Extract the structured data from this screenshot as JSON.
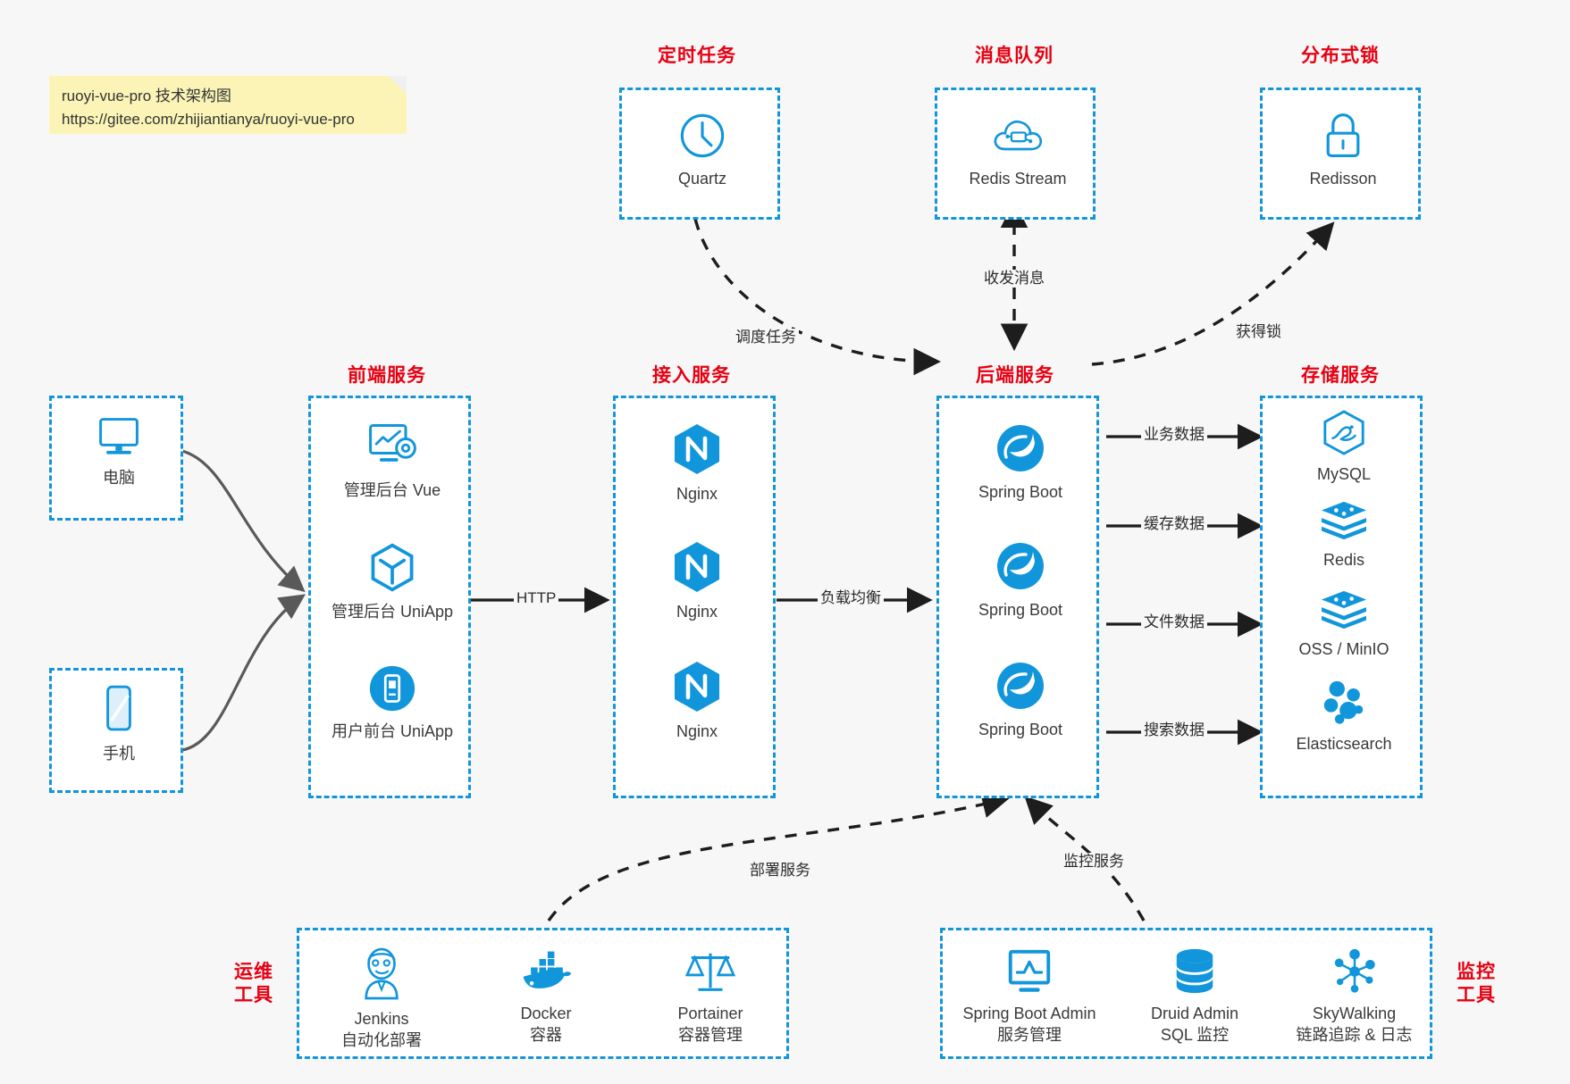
{
  "note": {
    "line1": "ruoyi-vue-pro 技术架构图",
    "line2": "https://gitee.com/zhijiantianya/ruoyi-vue-pro"
  },
  "captions": {
    "scheduled_task": "定时任务",
    "message_queue": "消息队列",
    "distributed_lock": "分布式锁",
    "frontend_service": "前端服务",
    "gateway_service": "接入服务",
    "backend_service": "后端服务",
    "storage_service": "存储服务",
    "devops_tools_l1": "运维",
    "devops_tools_l2": "工具",
    "monitor_tools_l1": "监控",
    "monitor_tools_l2": "工具"
  },
  "clients": [
    {
      "label": "电脑",
      "icon": "desktop-computer-icon"
    },
    {
      "label": "手机",
      "icon": "mobile-phone-icon"
    }
  ],
  "frontend": [
    {
      "label": "管理后台 Vue",
      "icon": "admin-dashboard-icon"
    },
    {
      "label": "管理后台 UniApp",
      "icon": "uniapp-cube-icon"
    },
    {
      "label": "用户前台 UniApp",
      "icon": "mobile-app-icon"
    }
  ],
  "gateway": [
    {
      "label": "Nginx",
      "icon": "nginx-icon"
    },
    {
      "label": "Nginx",
      "icon": "nginx-icon"
    },
    {
      "label": "Nginx",
      "icon": "nginx-icon"
    }
  ],
  "backend": [
    {
      "label": "Spring Boot",
      "icon": "spring-boot-icon"
    },
    {
      "label": "Spring Boot",
      "icon": "spring-boot-icon"
    },
    {
      "label": "Spring Boot",
      "icon": "spring-boot-icon"
    }
  ],
  "storage": [
    {
      "label": "MySQL",
      "icon": "mysql-icon"
    },
    {
      "label": "Redis",
      "icon": "redis-icon"
    },
    {
      "label": "OSS / MinIO",
      "icon": "oss-minio-icon"
    },
    {
      "label": "Elasticsearch",
      "icon": "elasticsearch-icon"
    }
  ],
  "top_nodes": {
    "quartz": {
      "label": "Quartz",
      "icon": "clock-icon"
    },
    "redis_stream": {
      "label": "Redis Stream",
      "icon": "cloud-stream-icon"
    },
    "redisson": {
      "label": "Redisson",
      "icon": "lock-icon"
    }
  },
  "devops": [
    {
      "name": "Jenkins",
      "desc": "自动化部署",
      "icon": "jenkins-butler-icon"
    },
    {
      "name": "Docker",
      "desc": "容器",
      "icon": "docker-whale-icon"
    },
    {
      "name": "Portainer",
      "desc": "容器管理",
      "icon": "scales-balance-icon"
    }
  ],
  "monitor": [
    {
      "name": "Spring Boot Admin",
      "desc": "服务管理",
      "icon": "monitor-chart-icon"
    },
    {
      "name": "Druid Admin",
      "desc": "SQL 监控",
      "icon": "database-stack-icon"
    },
    {
      "name": "SkyWalking",
      "desc": "链路追踪 & 日志",
      "icon": "network-nodes-icon"
    }
  ],
  "edges": {
    "http": "HTTP",
    "load_balance": "负载均衡",
    "schedule_task": "调度任务",
    "send_receive_message": "收发消息",
    "acquire_lock": "获得锁",
    "business_data": "业务数据",
    "cache_data": "缓存数据",
    "file_data": "文件数据",
    "search_data": "搜索数据",
    "deploy_service": "部署服务",
    "monitor_service": "监控服务"
  },
  "colors": {
    "accent_blue": "#1296db",
    "caption_red": "#e60012",
    "note_yellow": "#fbf4b6",
    "background": "#f7f7f7",
    "wire_dark": "#2b2b2b",
    "wire_gray": "#595959"
  }
}
